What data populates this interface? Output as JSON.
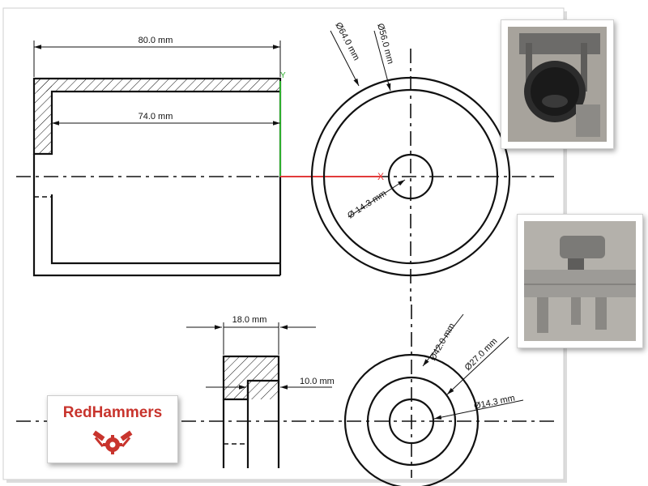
{
  "drawing": {
    "top_view": {
      "outer_length_label": "80.0 mm",
      "inner_length_label": "74.0 mm"
    },
    "side_view": {
      "outer_diameter_label": "Ø64.0 mm",
      "inner_diameter_label": "Ø56.0 mm",
      "hole_diameter_label": "Ø 14.3 mm"
    },
    "small_part_side": {
      "width_label": "18.0 mm",
      "step_label": "10.0 mm"
    },
    "small_part_face": {
      "outer_diameter_label": "Ø42.0 mm",
      "inner_diameter_label": "Ø27.0 mm",
      "hole_diameter_label": "Ø14.3 mm"
    },
    "sketch_marks": {
      "axis_y": "Y",
      "axis_x": "X"
    }
  },
  "logo": {
    "text": "RedHammers",
    "color": "#c8342d"
  },
  "photos": [
    {
      "name": "caliper-measuring-cup-photo"
    },
    {
      "name": "caliper-measuring-part-photo"
    }
  ]
}
